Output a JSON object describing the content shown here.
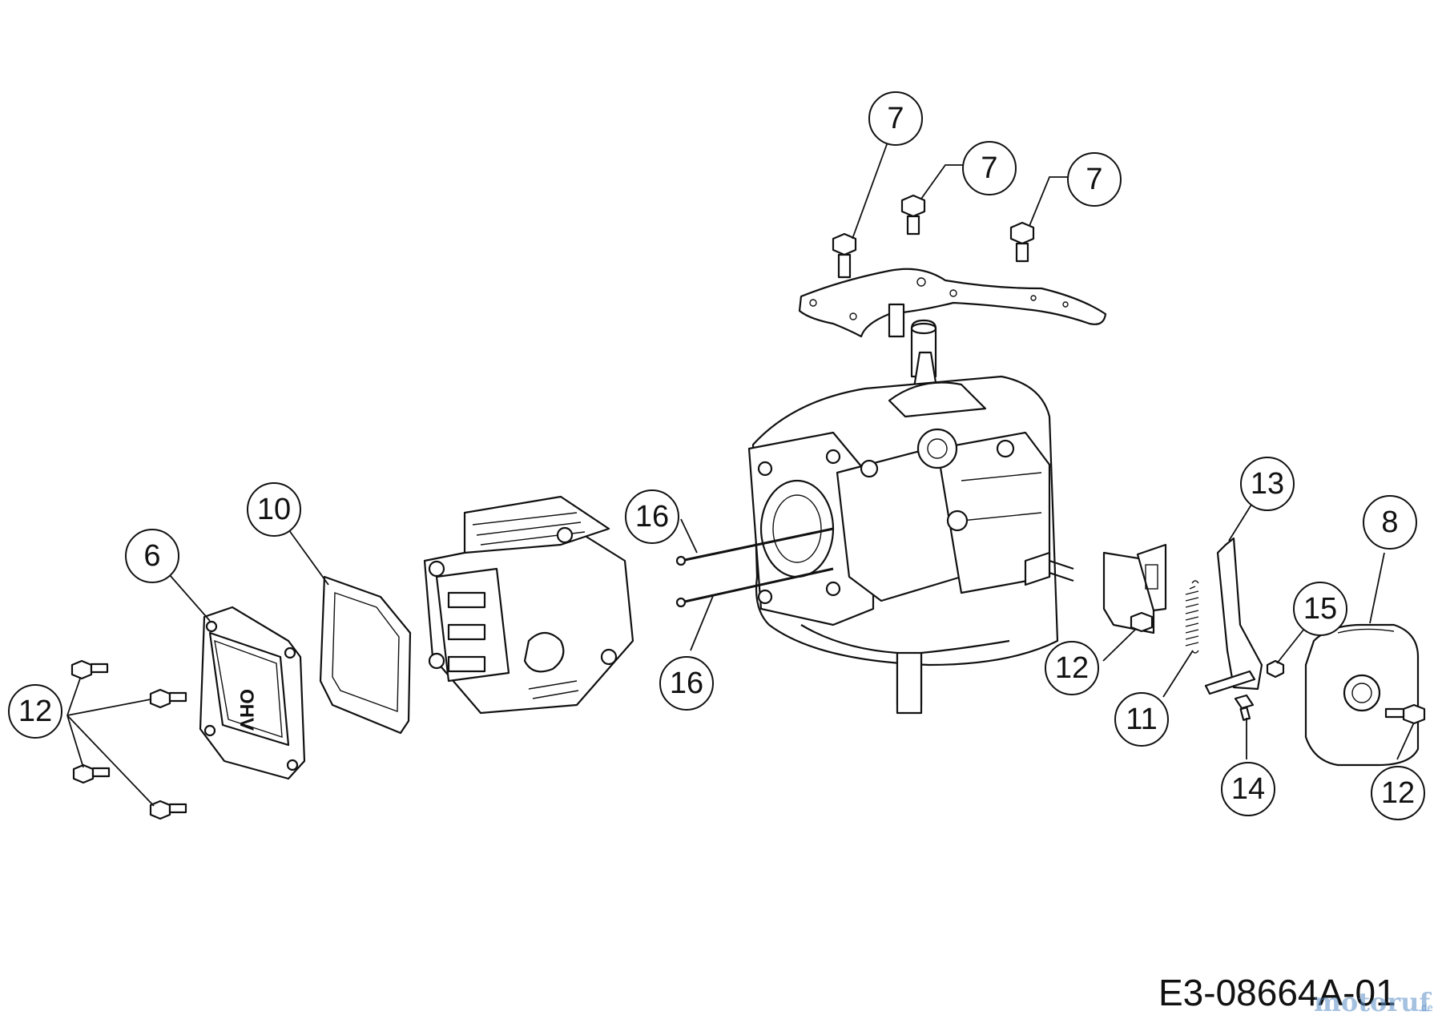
{
  "diagram": {
    "code": "E3-08664A-01",
    "watermark": "motoruf",
    "watermark_suffix": ".de",
    "callouts": [
      "7",
      "7",
      "7",
      "10",
      "6",
      "16",
      "16",
      "12",
      "12",
      "11",
      "13",
      "8",
      "15",
      "14",
      "12"
    ],
    "cover_text": "OHV"
  }
}
